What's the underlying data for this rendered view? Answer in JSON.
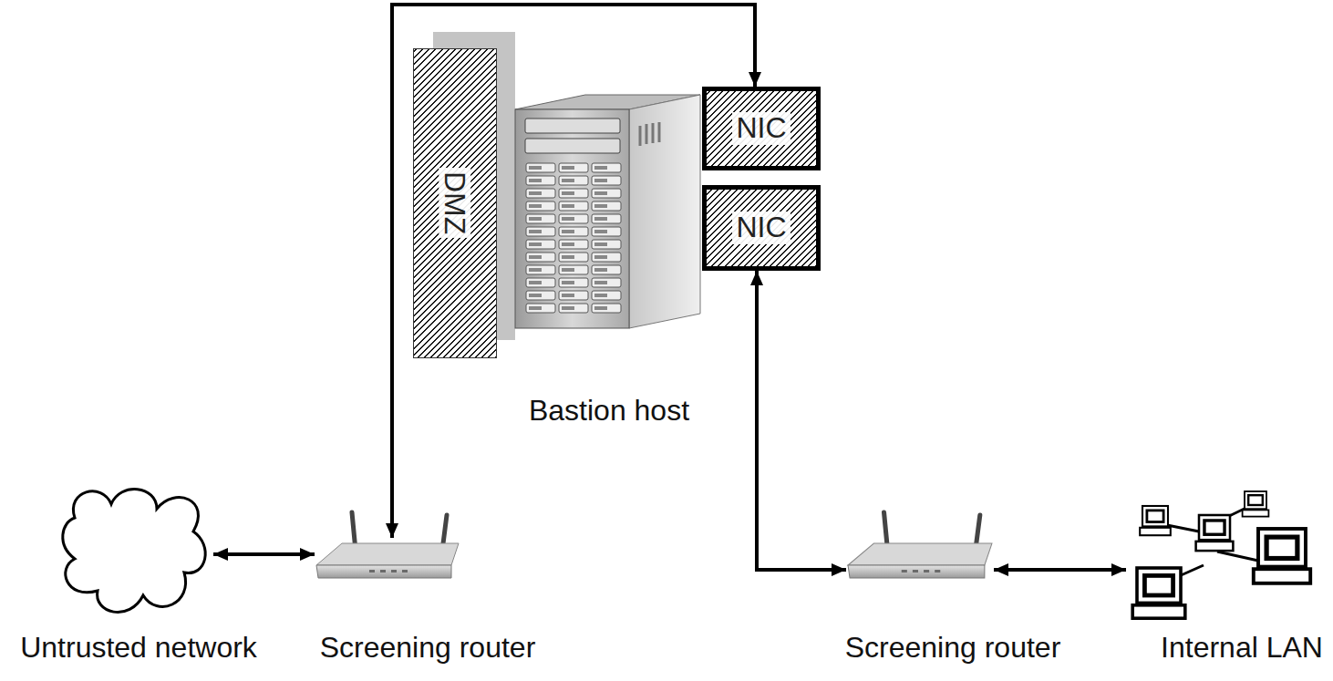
{
  "diagram": {
    "nodes": [
      {
        "text": [
          "DMZ"
        ]
      },
      {
        "text": [
          "NIC"
        ]
      },
      {
        "text": [
          "NIC"
        ]
      },
      {
        "text": [
          "Bastion host"
        ]
      },
      {
        "text": [
          "Untrusted network"
        ]
      },
      {
        "text": [
          "Screening router"
        ]
      },
      {
        "text": [
          "Screening router"
        ]
      },
      {
        "text": [
          "Internal LAN"
        ]
      }
    ],
    "edges": [
      {
        "from": 4,
        "to": 5,
        "arrow": "both"
      },
      {
        "from": 5,
        "to": 1,
        "arrow": "both"
      },
      {
        "from": 2,
        "to": 6,
        "arrow": "both"
      },
      {
        "from": 6,
        "to": 7,
        "arrow": "both"
      }
    ]
  }
}
